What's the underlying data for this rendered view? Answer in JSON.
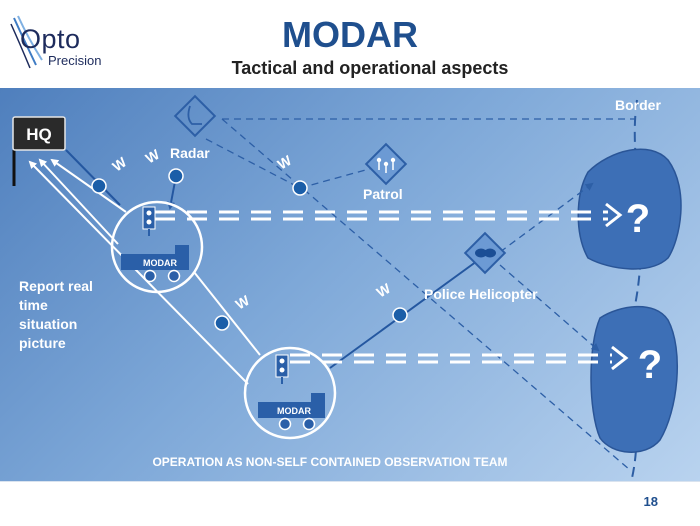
{
  "header": {
    "logo_word": "Opto",
    "logo_sub": "Precision",
    "title": "MODAR",
    "subtitle": "Tactical and operational aspects"
  },
  "diagram": {
    "hq_label": "HQ",
    "radar_label": "Radar",
    "patrol_label": "Patrol",
    "helicopter_label": "Police Helicopter",
    "border_label": "Border",
    "modar_label_1": "MODAR",
    "modar_label_2": "MODAR",
    "w_labels": [
      "W",
      "W",
      "W",
      "W",
      "W"
    ],
    "report_lines": [
      "Report real",
      "time",
      "situation",
      "picture"
    ],
    "unknown_1": "?",
    "unknown_2": "?",
    "caption": "OPERATION AS NON-SELF CONTAINED OBSERVATION TEAM"
  },
  "footer": {
    "page_number": "18"
  },
  "colors": {
    "title_blue": "#1f4f8e",
    "area_blue": "#3d6fb6",
    "node_blue": "#1b5ea8",
    "background_from": "#4f7fbd",
    "background_to": "#b9d3ef"
  }
}
